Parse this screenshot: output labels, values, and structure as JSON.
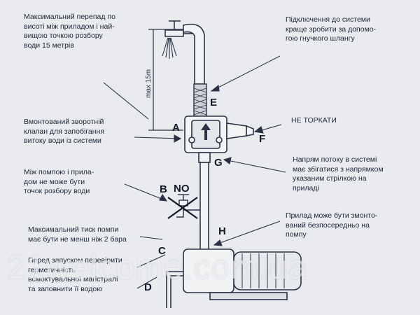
{
  "notes": {
    "top_left": "Максимальний перепад по\nвисоті між приладом і най-\nвищою точкою розбору\nводи 15 метрів",
    "top_right": "Підключення до системи\nкраще зробити за допомо-\nгою гнучкого шлангу",
    "check_valve": "Вмонтований зворотній\nклапан для запобігання\nвитоку води із системи",
    "no_touch": "НЕ ТОРКАТИ",
    "between": "Між помпою і прила-\nдом не може бути\nточок розбору води",
    "flow_direction": "Напрям потоку в системі\nмає збігатися з напрямком\nуказаним стрілкою на\nприладі",
    "max_pressure": "Максимальний тиск помпи\nмає бути не менш ніж 2 бара",
    "mount": "Прилад може бути змонто-\nваний безпосередньо на\nпомпу",
    "before_start": "Перед запуском перевірити\nгерметичність\nвсмоктувальної магістралі\nта заповнити її водою"
  },
  "labels": {
    "A": "A",
    "B": "B",
    "C": "C",
    "D": "D",
    "E": "E",
    "F": "F",
    "G": "G",
    "H": "H",
    "NO": "NO"
  },
  "height_label": "max 15m",
  "watermark": "21welcome.com.ua",
  "colors": {
    "background": "#e9ebee",
    "ink": "#1c2738",
    "line": "#2a3346"
  }
}
